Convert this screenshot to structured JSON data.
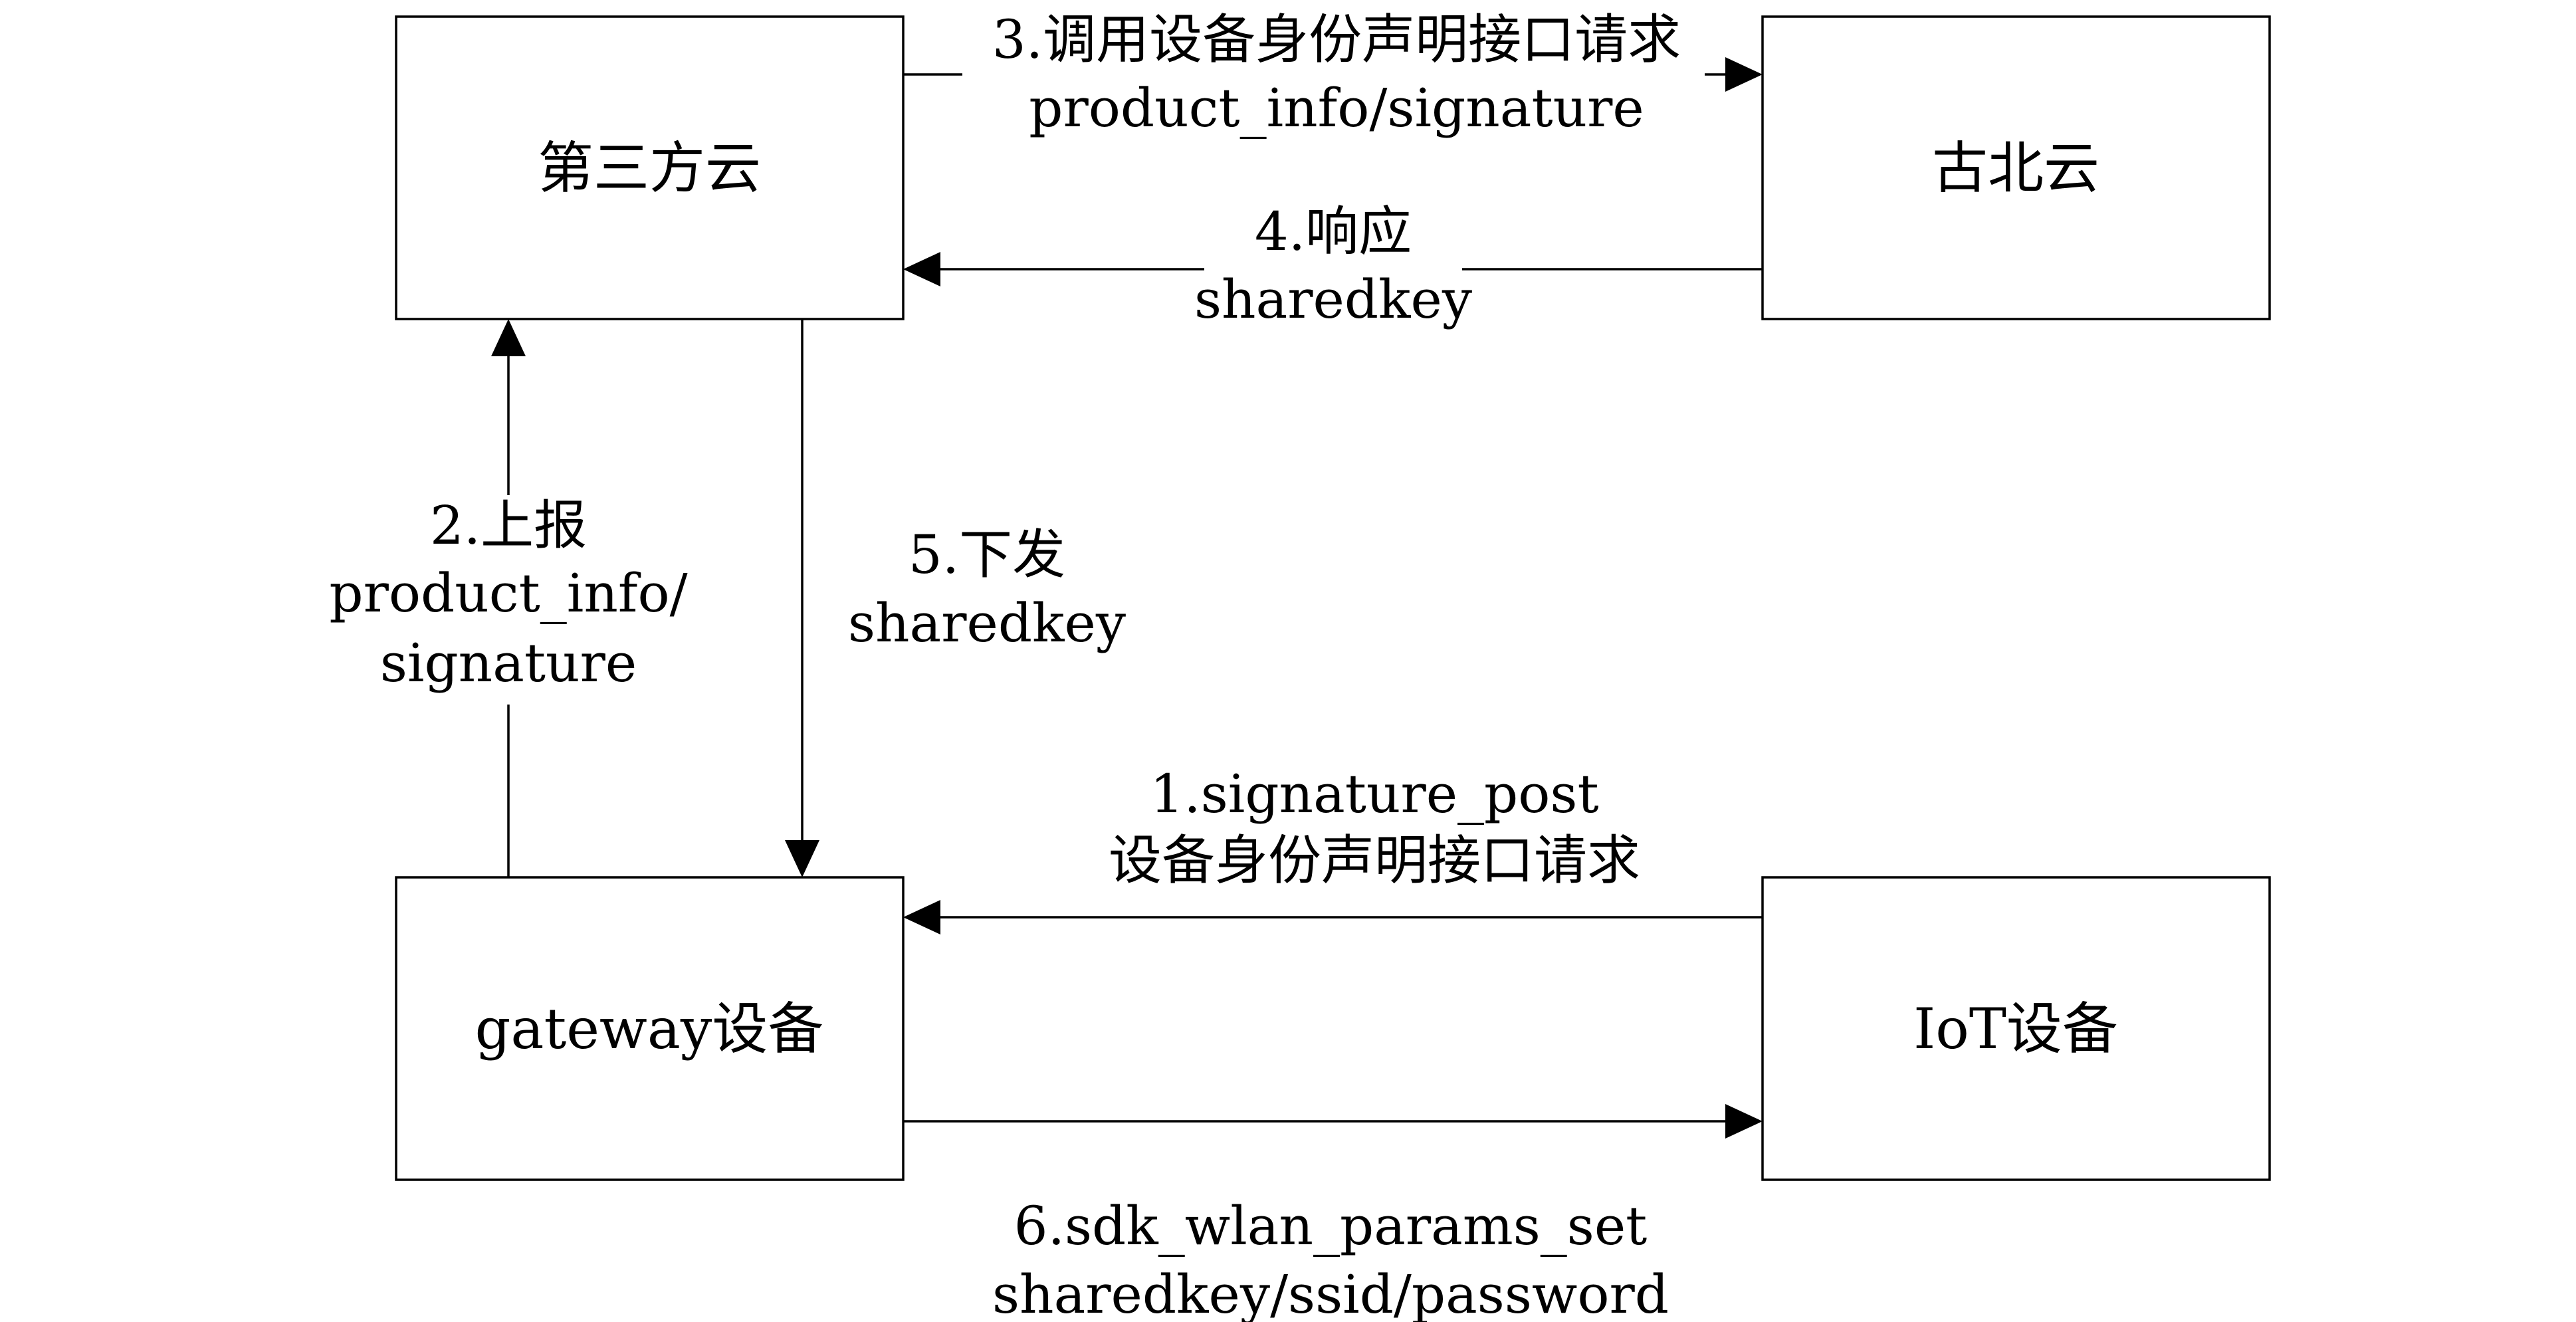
{
  "nodes": {
    "third_party_cloud": "第三方云",
    "gubei_cloud": "古北云",
    "gateway_device": "gateway设备",
    "iot_device": "IoT设备"
  },
  "edges": {
    "step1": {
      "line1": "1.signature_post",
      "line2": "设备身份声明接口请求"
    },
    "step2": {
      "line1": "2.上报",
      "line2": "product_info/",
      "line3": "signature"
    },
    "step3": {
      "line1": "3.调用设备身份声明接口请求",
      "line2": "product_info/signature"
    },
    "step4": {
      "line1": "4.响应",
      "line2": "sharedkey"
    },
    "step5": {
      "line1": "5.下发",
      "line2": "sharedkey"
    },
    "step6": {
      "line1": "6.sdk_wlan_params_set",
      "line2": "sharedkey/ssid/password"
    }
  },
  "colors": {
    "stroke": "#000000",
    "background": "#ffffff"
  }
}
